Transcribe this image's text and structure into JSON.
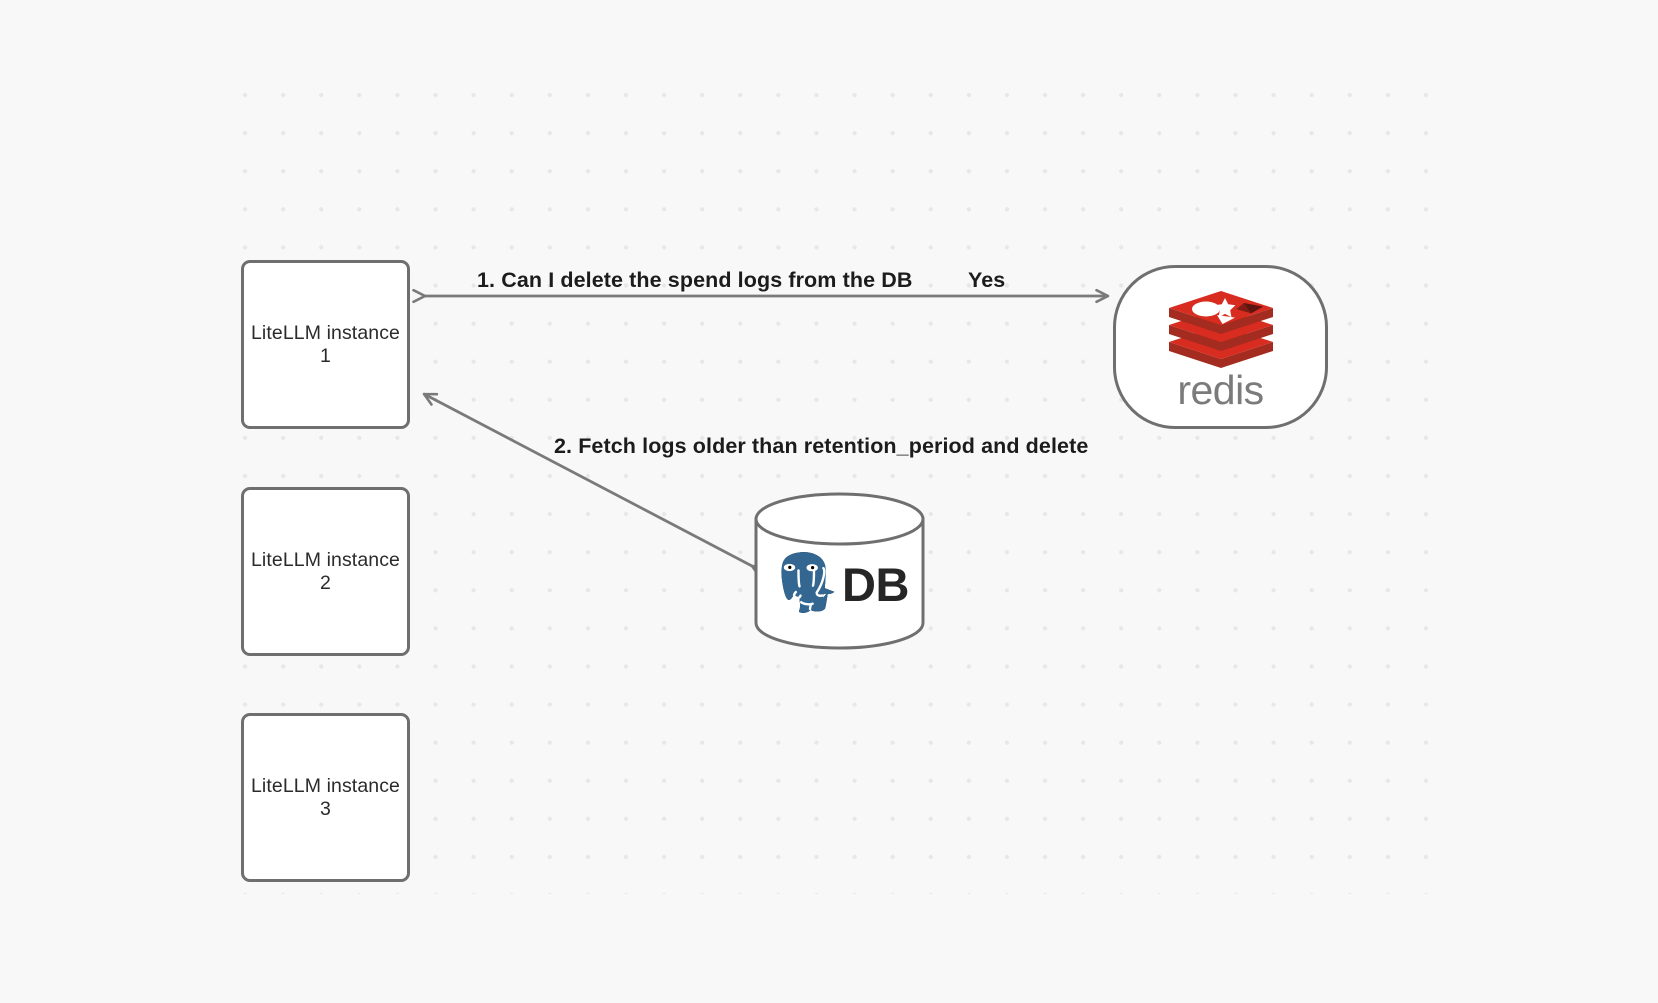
{
  "canvas": {
    "background_color": "#f8f8f8",
    "grid": "dot-grid",
    "grid_dot_color": "#e7e7e9"
  },
  "nodes": [
    {
      "id": "litellm-1",
      "label": "LiteLLM instance 1",
      "shape": "rounded-rect"
    },
    {
      "id": "litellm-2",
      "label": "LiteLLM instance 2",
      "shape": "rounded-rect"
    },
    {
      "id": "litellm-3",
      "label": "LiteLLM instance 3",
      "shape": "rounded-rect"
    },
    {
      "id": "redis",
      "label": "redis",
      "shape": "rounded-rect",
      "logo": "redis-logo",
      "logo_color": "#d82c20",
      "text_color": "#7b7b7b"
    },
    {
      "id": "database",
      "label": "DB",
      "shape": "cylinder",
      "logo": "postgresql-elephant-icon",
      "logo_color": "#336791"
    }
  ],
  "edges": [
    {
      "id": "edge-1",
      "from": "litellm-1",
      "to": "redis",
      "label": "1.  Can I delete the spend logs from the DB",
      "reply_label": "Yes",
      "arrowheads": "both",
      "color": "#7a7a7a"
    },
    {
      "id": "edge-2",
      "from": "database",
      "to": "litellm-1",
      "label": "2.  Fetch logs older than retention_period and delete",
      "arrowheads": "both",
      "color": "#7a7a7a"
    }
  ],
  "labels": {
    "step_1": "1.  Can I delete the spend logs from the DB",
    "yes": "Yes",
    "step_2": "2.  Fetch logs older than retention_period and delete"
  }
}
